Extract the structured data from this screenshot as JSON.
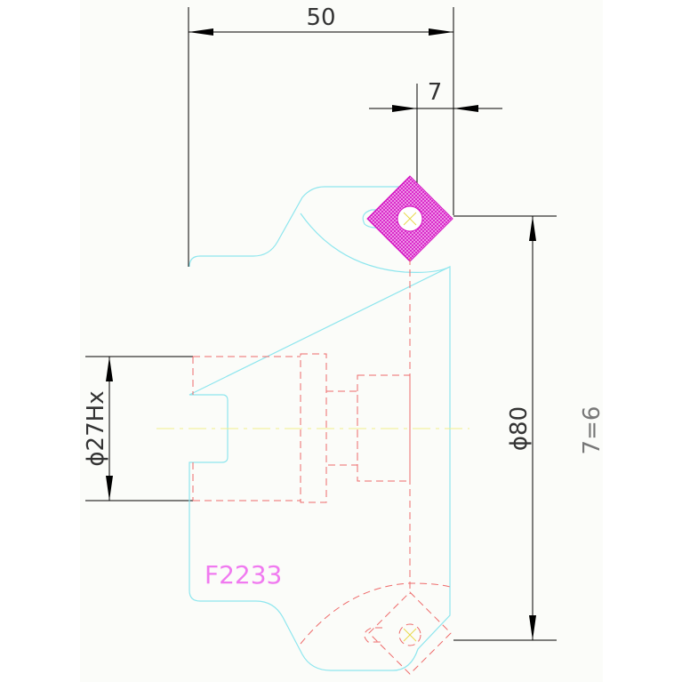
{
  "dimensions": {
    "width_overall": "50",
    "slot_offset": "7",
    "bore_diameter": "ϕ27Hx",
    "outer_diameter": "ϕ80",
    "quantity_note": "7=6"
  },
  "part_label": "F2233",
  "colors": {
    "background": "#fbfcf9",
    "outline": "#8ee6ee",
    "hidden_line": "#ee6a6a",
    "center_line": "#f2ee8a",
    "hatch": "#e020c8",
    "dimension": "#000000",
    "part_label": "#f07af0"
  }
}
